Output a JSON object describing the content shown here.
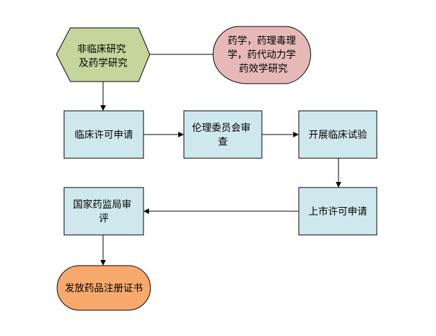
{
  "diagram": {
    "nodes": {
      "preclinical": {
        "lines": [
          "非临床研究",
          "及药学研究"
        ],
        "fill": "#c3d69b",
        "shape": "hexagon"
      },
      "research_note": {
        "lines": [
          "药学，药理毒理",
          "学，药代动力学",
          "药效学研究"
        ],
        "fill": "#e6b9b8",
        "shape": "wave"
      },
      "clinical_application": {
        "lines": [
          "临床许可申请"
        ],
        "fill": "#cfe8ee",
        "shape": "process"
      },
      "ethics_review": {
        "lines": [
          "伦理委员会审",
          "查"
        ],
        "fill": "#cfe8ee",
        "shape": "process"
      },
      "clinical_trial": {
        "lines": [
          "开展临床试验"
        ],
        "fill": "#cfe8ee",
        "shape": "process"
      },
      "market_application": {
        "lines": [
          "上市许可申请"
        ],
        "fill": "#cfe8ee",
        "shape": "process"
      },
      "state_review": {
        "lines": [
          "国家药监局审",
          "评"
        ],
        "fill": "#cfe8ee",
        "shape": "process"
      },
      "registration": {
        "lines": [
          "发放药品注册证书"
        ],
        "fill": "#f7a96c",
        "shape": "terminator"
      }
    },
    "edges": [
      {
        "from": "preclinical",
        "to": "research_note",
        "arrow": false
      },
      {
        "from": "preclinical",
        "to": "clinical_application",
        "arrow": true
      },
      {
        "from": "clinical_application",
        "to": "ethics_review",
        "arrow": true
      },
      {
        "from": "ethics_review",
        "to": "clinical_trial",
        "arrow": true
      },
      {
        "from": "clinical_trial",
        "to": "market_application",
        "arrow": true
      },
      {
        "from": "market_application",
        "to": "state_review",
        "arrow": true
      },
      {
        "from": "state_review",
        "to": "registration",
        "arrow": true
      }
    ],
    "stroke_color": "#000000"
  }
}
